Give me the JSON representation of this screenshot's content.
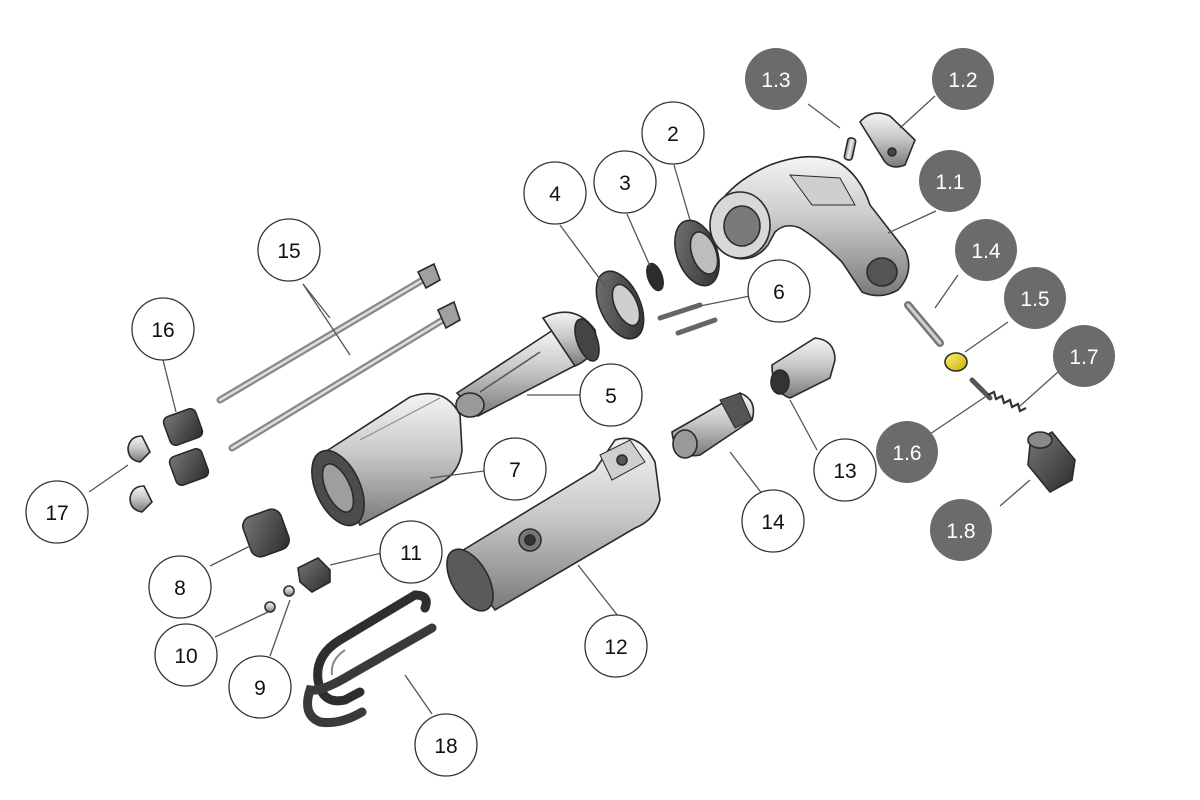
{
  "colors": {
    "background": "#ffffff",
    "bubble_dark": "#6b6b6b",
    "bubble_outline": "#333333",
    "metal_light": "#e6e6e6",
    "metal_mid": "#b9b9b9",
    "metal_dark": "#4a4a4a",
    "highlight_part": "#e8d21a"
  },
  "callouts": [
    {
      "id": "c-1-1",
      "label": "1.1",
      "style": "dark"
    },
    {
      "id": "c-1-2",
      "label": "1.2",
      "style": "dark"
    },
    {
      "id": "c-1-3",
      "label": "1.3",
      "style": "dark"
    },
    {
      "id": "c-1-4",
      "label": "1.4",
      "style": "dark"
    },
    {
      "id": "c-1-5",
      "label": "1.5",
      "style": "dark"
    },
    {
      "id": "c-1-6",
      "label": "1.6",
      "style": "dark"
    },
    {
      "id": "c-1-7",
      "label": "1.7",
      "style": "dark"
    },
    {
      "id": "c-1-8",
      "label": "1.8",
      "style": "dark"
    },
    {
      "id": "c-2",
      "label": "2",
      "style": "open"
    },
    {
      "id": "c-3",
      "label": "3",
      "style": "open"
    },
    {
      "id": "c-4",
      "label": "4",
      "style": "open"
    },
    {
      "id": "c-5",
      "label": "5",
      "style": "open"
    },
    {
      "id": "c-6",
      "label": "6",
      "style": "open"
    },
    {
      "id": "c-7",
      "label": "7",
      "style": "open"
    },
    {
      "id": "c-8",
      "label": "8",
      "style": "open"
    },
    {
      "id": "c-9",
      "label": "9",
      "style": "open"
    },
    {
      "id": "c-10",
      "label": "10",
      "style": "open"
    },
    {
      "id": "c-11",
      "label": "11",
      "style": "open"
    },
    {
      "id": "c-12",
      "label": "12",
      "style": "open"
    },
    {
      "id": "c-13",
      "label": "13",
      "style": "open"
    },
    {
      "id": "c-14",
      "label": "14",
      "style": "open"
    },
    {
      "id": "c-15",
      "label": "15",
      "style": "open"
    },
    {
      "id": "c-16",
      "label": "16",
      "style": "open"
    },
    {
      "id": "c-17",
      "label": "17",
      "style": "open"
    },
    {
      "id": "c-18",
      "label": "18",
      "style": "open"
    }
  ]
}
